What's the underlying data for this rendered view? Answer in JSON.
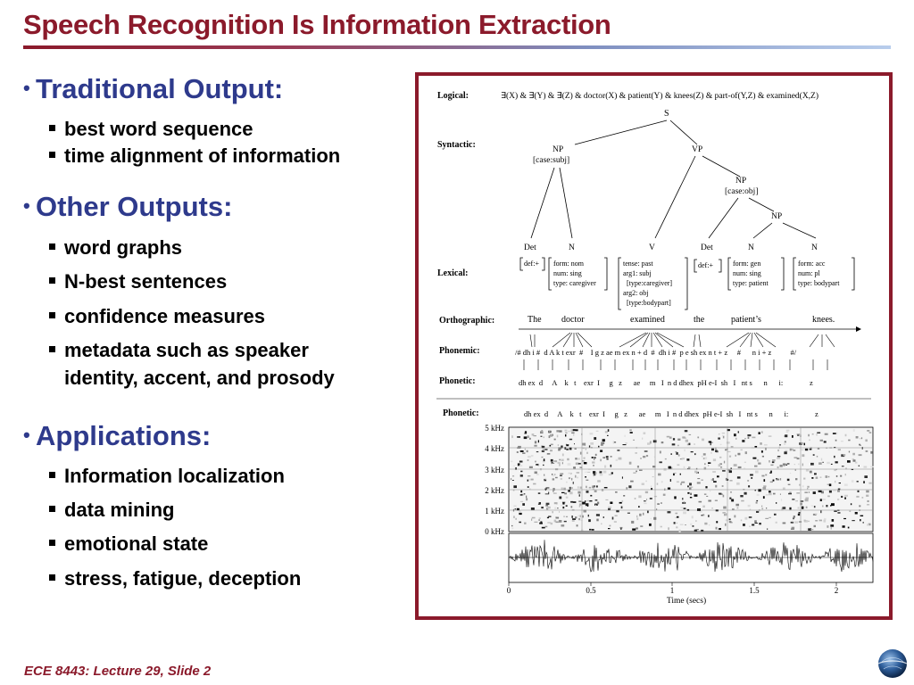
{
  "slide": {
    "title": "Speech Recognition Is Information Extraction",
    "footer": "ECE 8443: Lecture 29, Slide 2"
  },
  "sections": [
    {
      "heading": "Traditional Output:",
      "items": [
        "best word sequence",
        "time alignment of information"
      ]
    },
    {
      "heading": "Other Outputs:",
      "items": [
        "word graphs",
        "N-best sentences",
        "confidence measures",
        "metadata such as speaker",
        "identity, accent, and prosody"
      ]
    },
    {
      "heading": "Applications:",
      "items": [
        "Information localization",
        "data mining",
        "emotional state",
        "stress, fatigue, deception"
      ]
    }
  ],
  "figure": {
    "logical_label": "Logical:",
    "logical_formula": "∃(X) & ∃(Y) & ∃(Z) & doctor(X) & patient(Y) & knees(Z) & part-of(Y,Z) & examined(X,Z)",
    "syntactic_label": "Syntactic:",
    "lexical_label": "Lexical:",
    "orthographic_label": "Orthographic:",
    "phonemic_label": "Phonemic:",
    "phonetic_label": "Phonetic:",
    "phonetic_label2": "Phonetic:",
    "tree": {
      "s": "S",
      "np1": "NP",
      "np1_feat": "case:subj",
      "vp": "VP",
      "np2": "NP",
      "np2_feat": "case:obj",
      "np3": "NP",
      "leaves": [
        "Det",
        "N",
        "V",
        "Det",
        "N",
        "N"
      ]
    },
    "lexical": {
      "def1": "def:+",
      "box1": [
        "form: nom",
        "num: sing",
        "type: caregiver"
      ],
      "box2": [
        "tense: past",
        "arg1: subj",
        "[type:caregiver]",
        "arg2: obj",
        "[type:bodypart]"
      ],
      "def2": "def:+",
      "box3": [
        "form: gen",
        "num: sing",
        "type: patient"
      ],
      "box4": [
        "form: acc",
        "num: pl",
        "type: bodypart"
      ]
    },
    "orthographic_words": [
      "The",
      "doctor",
      "examined",
      "the",
      "patient’s",
      "knees."
    ],
    "phonemic_string": "/# dh i #  d A k t exr  #    I g z ae m ex n + d  #  dh i #  p e sh ex n t + z     #      n i + z          #/",
    "phonetic_string": "dh ex  d     A    k   t    exr  I     g   z      ae     m   I  n d dhex  pH e-I  sh   I   nt s      n      i:              z",
    "freq_labels": [
      "5 kHz",
      "4 kHz",
      "3 kHz",
      "2 kHz",
      "1 kHz",
      "0 kHz"
    ],
    "time_ticks": [
      "0",
      "0.5",
      "1",
      "1.5",
      "2"
    ],
    "time_label": "Time (secs)"
  }
}
